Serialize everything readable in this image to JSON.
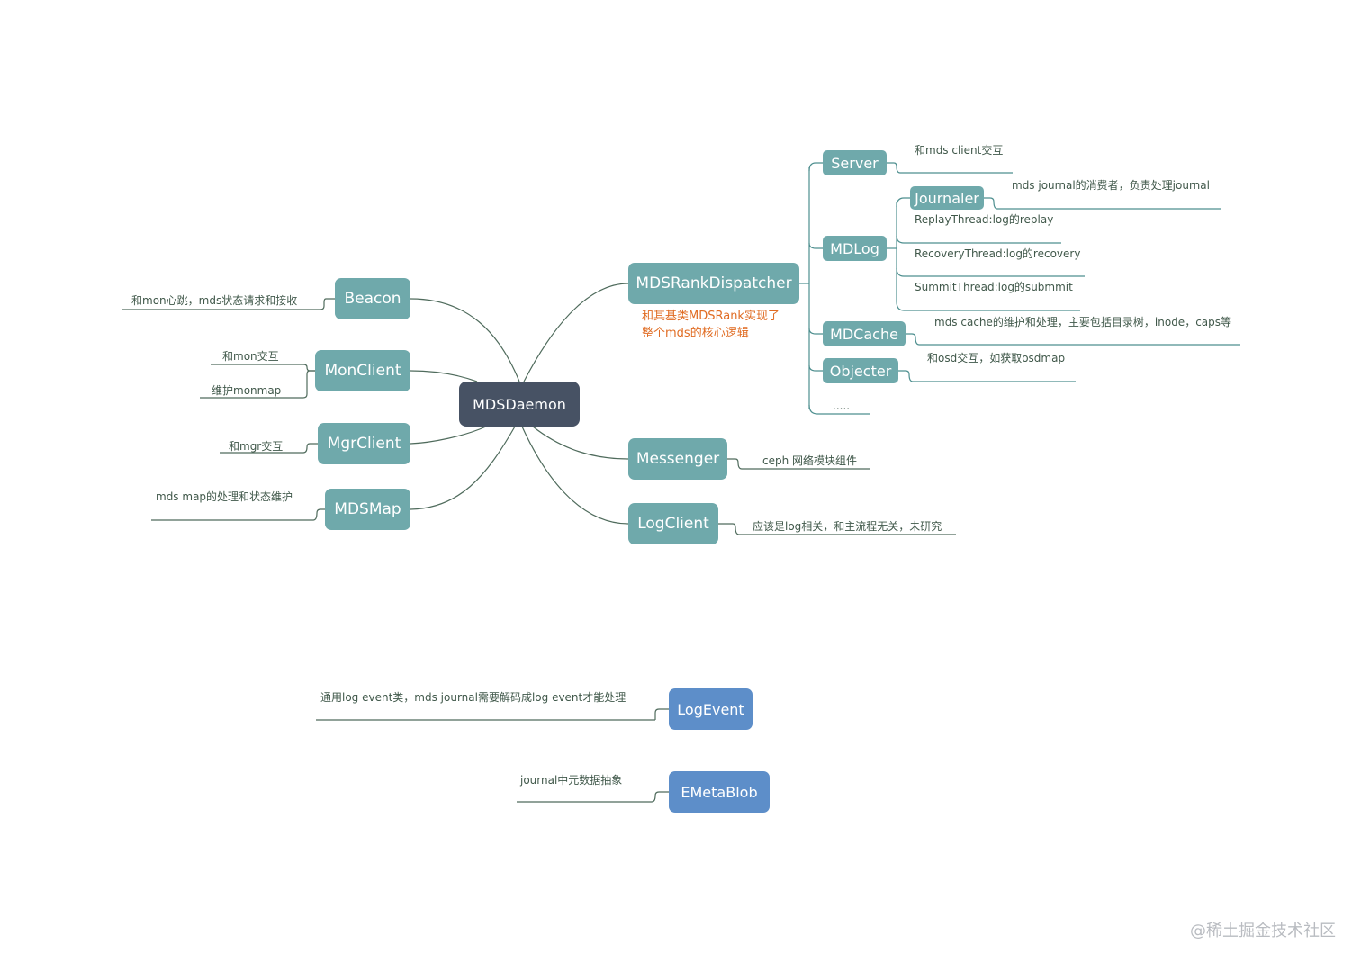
{
  "center": "MDSDaemon",
  "left": {
    "beacon": {
      "label": "Beacon",
      "note": "和mon心跳，mds状态请求和接收"
    },
    "monclient": {
      "label": "MonClient",
      "notes": [
        "和mon交互",
        "维护monmap"
      ]
    },
    "mgrclient": {
      "label": "MgrClient",
      "note": "和mgr交互"
    },
    "mdsmap": {
      "label": "MDSMap",
      "note": "mds map的处理和状态维护"
    }
  },
  "right": {
    "dispatcher": {
      "label": "MDSRankDispatcher",
      "note": [
        "和其基类MDSRank实现了",
        "整个mds的核心逻辑"
      ],
      "server": {
        "label": "Server",
        "note": "和mds client交互"
      },
      "mdlog": {
        "label": "MDLog",
        "journaler": {
          "label": "Journaler",
          "note": "mds journal的消费者，负责处理journal"
        },
        "threads": [
          "ReplayThread:log的replay",
          "RecoveryThread:log的recovery",
          "SummitThread:log的submmit"
        ]
      },
      "mdcache": {
        "label": "MDCache",
        "note": "mds cache的维护和处理，主要包括目录树，inode，caps等"
      },
      "objecter": {
        "label": "Objecter",
        "note": "和osd交互，如获取osdmap"
      },
      "more": "....."
    },
    "messenger": {
      "label": "Messenger",
      "note": "ceph 网络模块组件"
    },
    "logclient": {
      "label": "LogClient",
      "note": "应该是log相关，和主流程无关，未研究"
    }
  },
  "logevent": {
    "label": "LogEvent",
    "note": "通用log event类，mds journal需要解码成log event才能处理"
  },
  "emetablob": {
    "label": "EMetaBlob",
    "note": "journal中元数据抽象"
  },
  "watermark": "@稀土掘金技术社区",
  "colors": {
    "teal": "#6fa9ab",
    "dark": "#475264",
    "blue": "#5d8ec9",
    "line_main": "#4f6b5c",
    "line_sub": "#4e8f8f",
    "note": "#e06c23"
  }
}
